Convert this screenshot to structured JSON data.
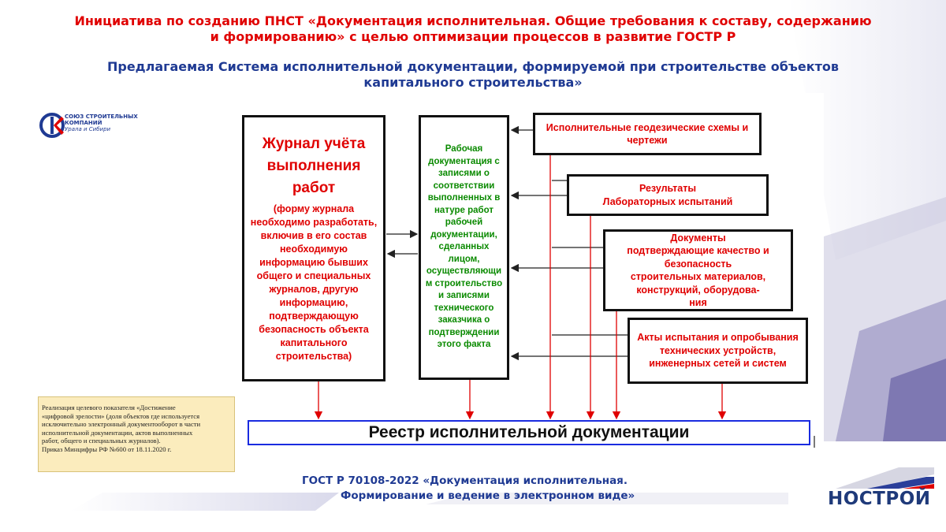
{
  "header": {
    "title_line1": "Инициатива по созданию ПНСТ «Документация исполнительная. Общие требования к составу, содержанию",
    "title_line2": "и формированию» с целью оптимизации процессов в развитие ГОСТР Р",
    "subtitle_line1": "Предлагаемая Система исполнительной документации, формируемой при строительстве объектов",
    "subtitle_line2": "капитального строительства»"
  },
  "logo": {
    "line1": "СОЮЗ СТРОИТЕЛЬНЫХ",
    "line2": "КОМПАНИЙ",
    "line3": "Урала и Сибири"
  },
  "diagram": {
    "journal": {
      "title_lines": [
        "Журнал учёта",
        "выполнения",
        "работ"
      ],
      "body_lines": [
        "(форму журнала",
        "необходимо разработать,",
        "включив в его состав",
        "необходимую",
        "информацию бывших",
        "общего и специальных",
        "журналов, другую",
        "информацию,",
        "подтверждающую",
        "безопасность объекта",
        "капитального",
        "строительства)"
      ]
    },
    "workdoc": {
      "lines": [
        "Рабочая",
        "документация с",
        "записями о",
        "соответствии",
        "выполненных в",
        "натуре работ",
        "рабочей",
        "документации,",
        "сделанных",
        "лицом,",
        "осуществляющи",
        "м строительство",
        "и записями",
        "технического",
        "заказчика о",
        "подтверждении",
        "этого факта"
      ]
    },
    "geodesy": {
      "lines": [
        "Исполнительные геодезические схемы и",
        "чертежи"
      ]
    },
    "lab": {
      "lines": [
        "Результаты",
        "Лабораторных испытаний"
      ]
    },
    "materials": {
      "lines": [
        "Документы",
        "подтверждающие качество и",
        "безопасность",
        "строительных материалов,",
        "конструкций, оборудова-",
        "ния"
      ]
    },
    "tests": {
      "lines": [
        "Акты испытания и опробывания",
        "технических устройств,",
        "инженерных сетей и систем"
      ]
    },
    "registry": "Реестр исполнительной документации"
  },
  "note": {
    "lines": [
      "Реализация целевого показателя «Достижение",
      "«цифровой зрелости» (доля объектов где используется",
      "исключительно электронный документооборот в части",
      "исполнительной документации, актов выполненных",
      "работ, общего и специальных журналов).",
      "Приказ Минцифры РФ №600 от 18.11.2020 г."
    ]
  },
  "footer": {
    "gost_line1": "ГОСТ Р 70108-2022 «Документация исполнительная.",
    "gost_line2": "Формирование и ведение в электронном виде»",
    "brand": "НОСТРОЙ"
  },
  "colors": {
    "red": "#e00000",
    "green": "#0a8a00",
    "blue": "#1f3a93",
    "registry_border": "#1a2be0"
  }
}
